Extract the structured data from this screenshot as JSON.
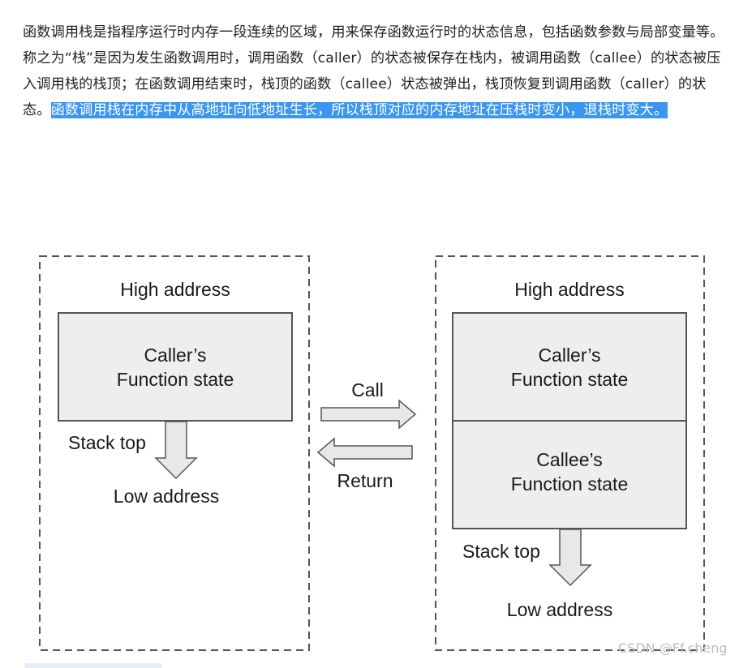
{
  "article": {
    "text_normal": "函数调用栈是指程序运行时内存一段连续的区域，用来保存函数运行时的状态信息，包括函数参数与局部变量等。称之为“栈”是因为发生函数调用时，调用函数（caller）的状态被保存在栈内，被调用函数（callee）的状态被压入调用栈的栈顶；在函数调用结束时，栈顶的函数（callee）状态被弹出，栈顶恢复到调用函数（caller）的状态。",
    "text_highlighted": "函数调用栈在内存中从高地址向低地址生长，所以栈顶对应的内存地址在压栈时变小，退栈时变大。"
  },
  "diagram": {
    "left": {
      "high_label": "High address",
      "box_line1": "Caller’s",
      "box_line2": "Function state",
      "stack_top_label": "Stack top",
      "low_label": "Low address"
    },
    "middle": {
      "call_label": "Call",
      "return_label": "Return"
    },
    "right": {
      "high_label": "High address",
      "box1_line1": "Caller’s",
      "box1_line2": "Function state",
      "box2_line1": "Callee’s",
      "box2_line2": "Function state",
      "stack_top_label": "Stack top",
      "low_label": "Low address"
    }
  },
  "watermark": "CSDN @Ff.cheng",
  "colors": {
    "highlight": "#3a96ee",
    "box_fill": "#eeeeee",
    "arrow_fill": "#e8e8e8",
    "border": "#555555"
  }
}
